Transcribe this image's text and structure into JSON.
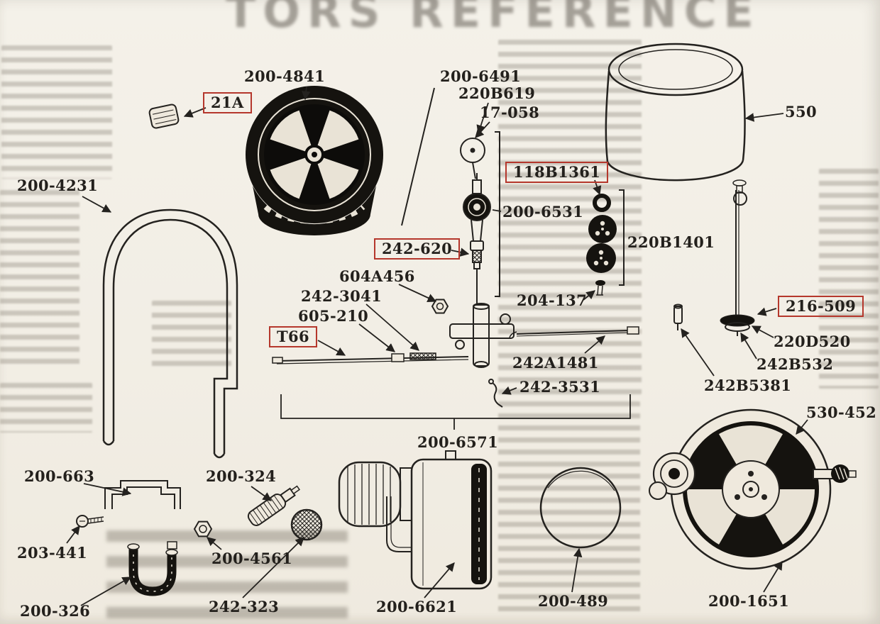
{
  "document": {
    "type": "exploded-parts-diagram-page",
    "ghost_header": "TORS REFERENCE"
  },
  "colors": {
    "paper": "#f2eee5",
    "ink": "#24221f",
    "highlight_box": "#b5372c"
  },
  "labels": [
    {
      "text": "21A",
      "boxed": true
    },
    {
      "text": "200-4841",
      "boxed": false
    },
    {
      "text": "200-6491",
      "boxed": false
    },
    {
      "text": "220B619",
      "boxed": false
    },
    {
      "text": "17-058",
      "boxed": false
    },
    {
      "text": "550",
      "boxed": false
    },
    {
      "text": "118B1361",
      "boxed": true
    },
    {
      "text": "200-6531",
      "boxed": false
    },
    {
      "text": "220B1401",
      "boxed": false
    },
    {
      "text": "242-620",
      "boxed": true
    },
    {
      "text": "604A456",
      "boxed": false
    },
    {
      "text": "242-3041",
      "boxed": false
    },
    {
      "text": "204-137",
      "boxed": false
    },
    {
      "text": "216-509",
      "boxed": true
    },
    {
      "text": "605-210",
      "boxed": false
    },
    {
      "text": "T66",
      "boxed": true
    },
    {
      "text": "242A1481",
      "boxed": false
    },
    {
      "text": "220D520",
      "boxed": false
    },
    {
      "text": "242B532",
      "boxed": false
    },
    {
      "text": "242B5381",
      "boxed": false
    },
    {
      "text": "242-3531",
      "boxed": false
    },
    {
      "text": "530-452",
      "boxed": false
    },
    {
      "text": "200-6571",
      "boxed": false
    },
    {
      "text": "200-4231",
      "boxed": false
    },
    {
      "text": "200-663",
      "boxed": false
    },
    {
      "text": "200-324",
      "boxed": false
    },
    {
      "text": "203-441",
      "boxed": false
    },
    {
      "text": "200-4561",
      "boxed": false
    },
    {
      "text": "200-326",
      "boxed": false
    },
    {
      "text": "242-323",
      "boxed": false
    },
    {
      "text": "200-6621",
      "boxed": false
    },
    {
      "text": "200-489",
      "boxed": false
    },
    {
      "text": "200-1651",
      "boxed": false
    }
  ]
}
